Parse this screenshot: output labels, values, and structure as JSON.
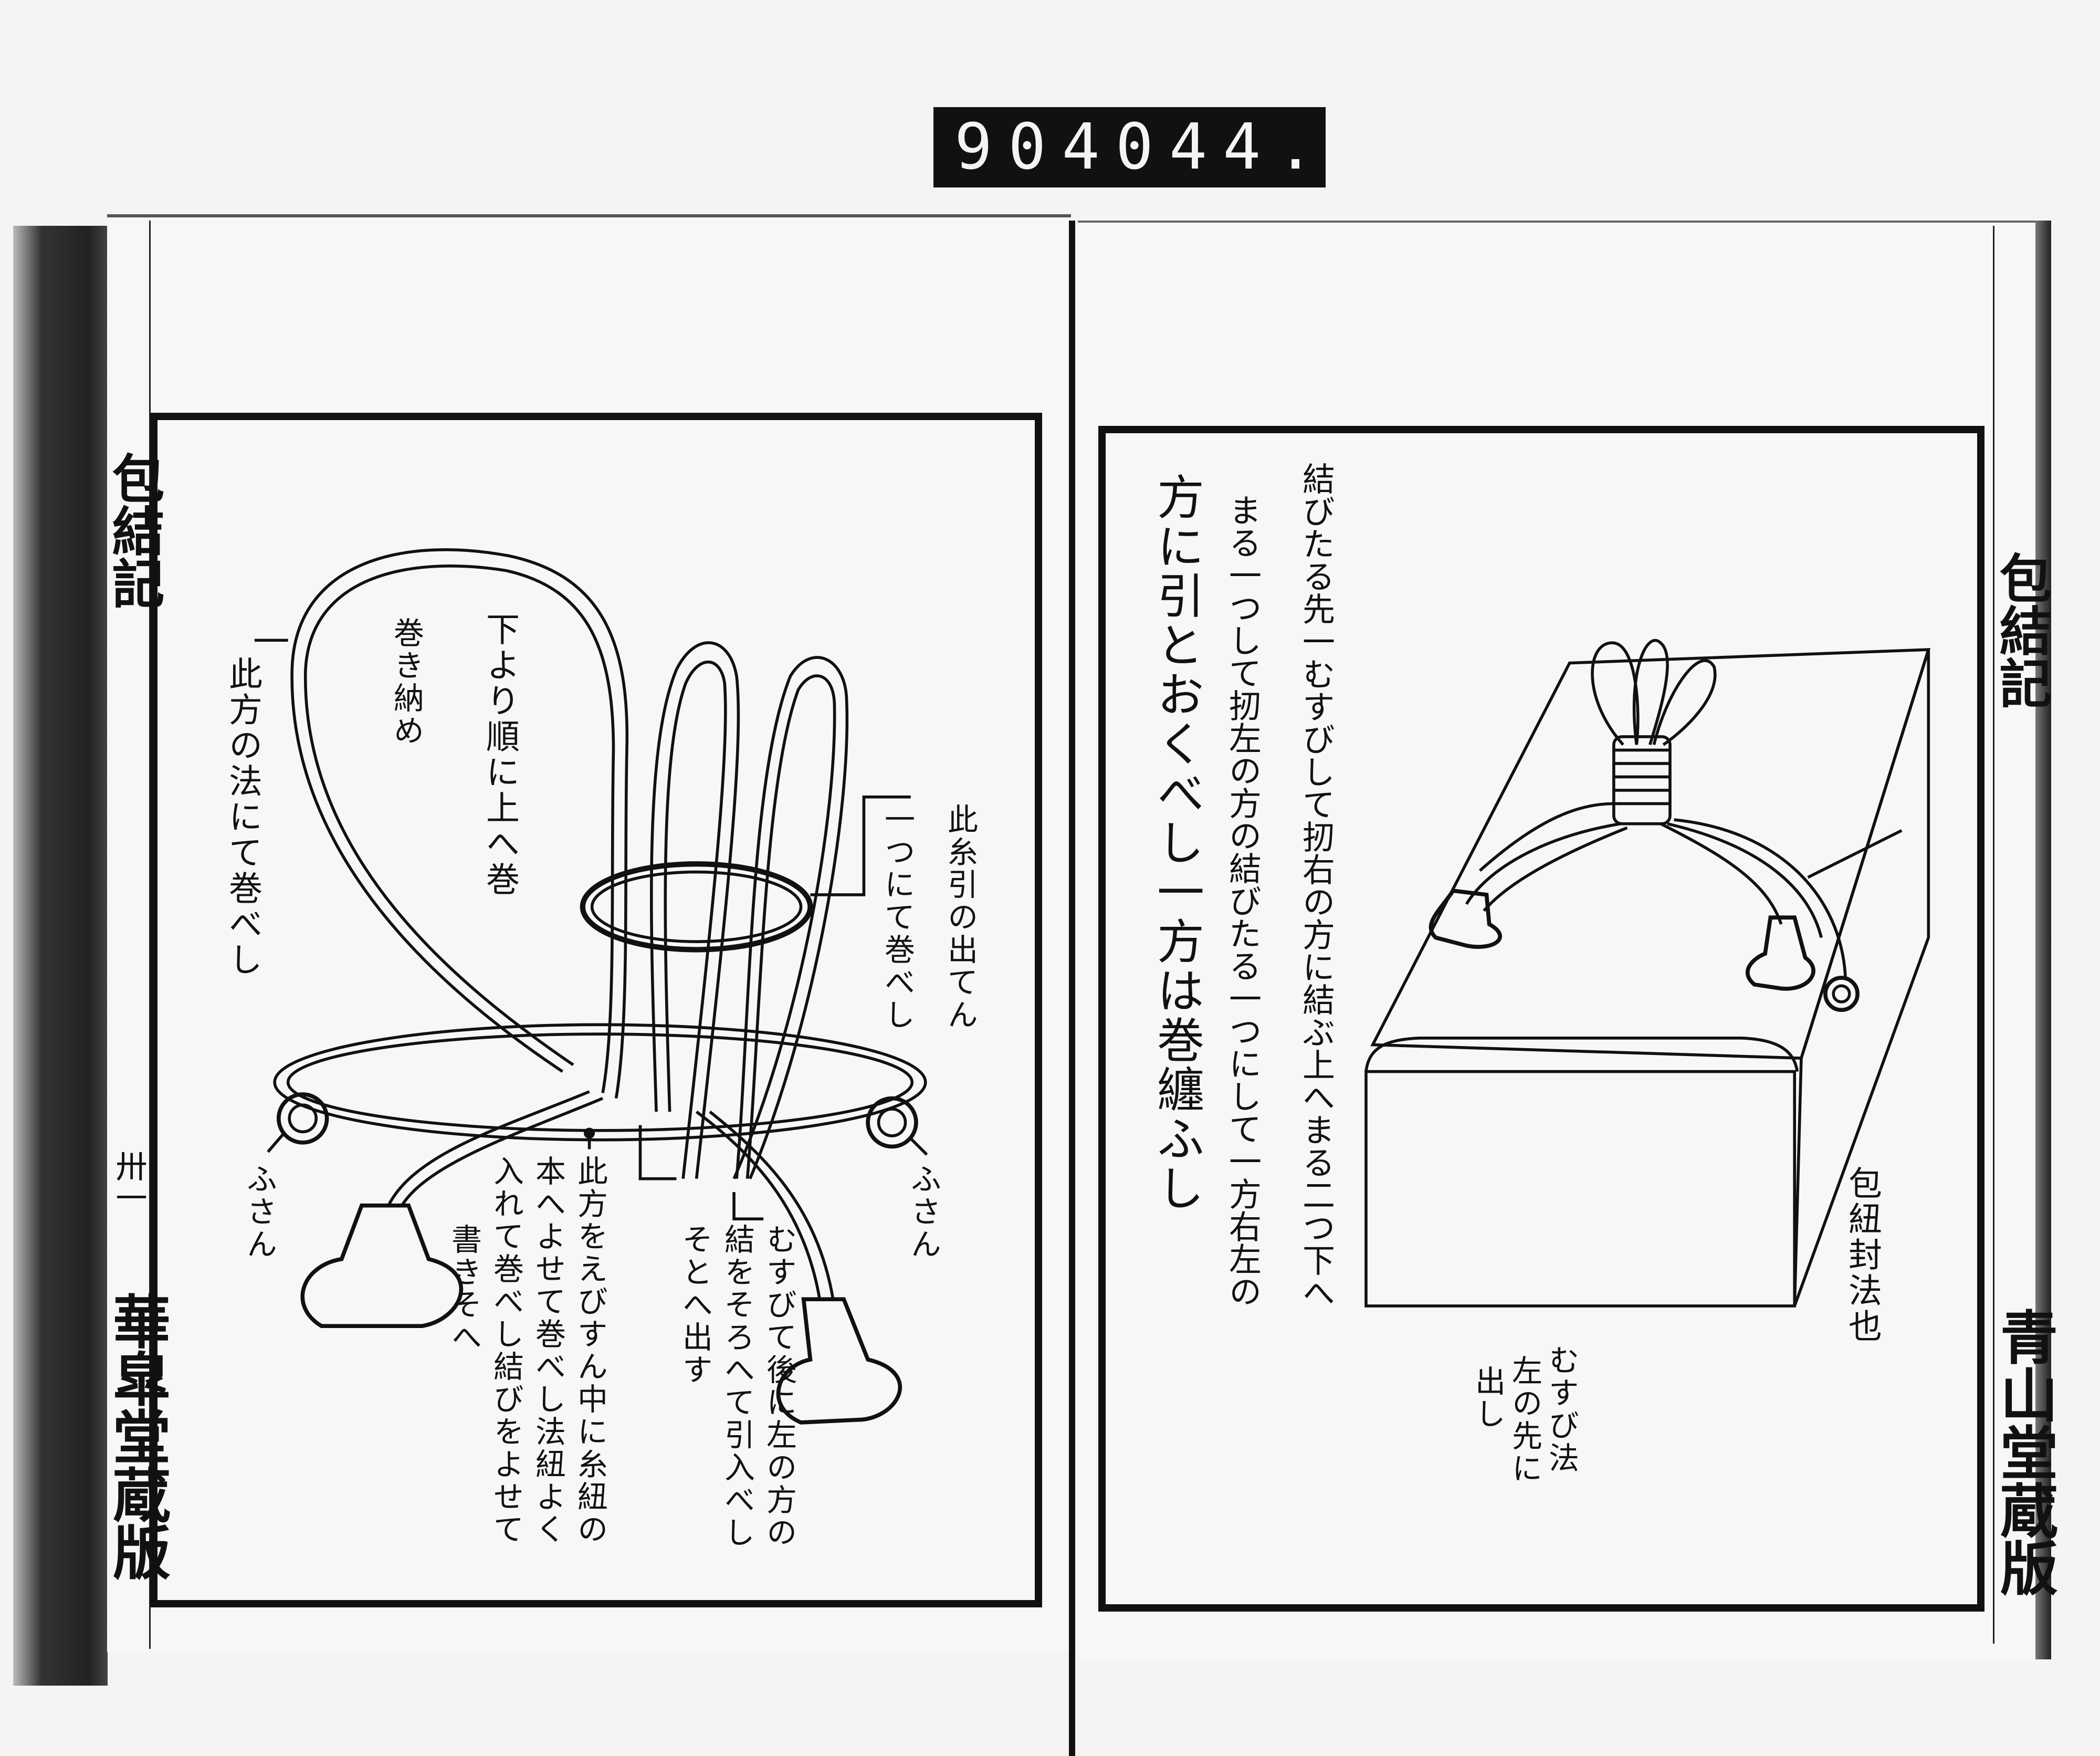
{
  "reel_label": {
    "left": "904",
    "right": "044."
  },
  "left_page": {
    "margin_title": "包結記",
    "margin_folio": "卅一",
    "margin_publisher": "華皐堂蔵版",
    "labels": {
      "wind_from_below": "下より順に上へ巻",
      "wind_finish": "巻き納め",
      "wind_this_way": "此方の法にて巻べし",
      "pull_thread_1": "此糸引の出てん",
      "pull_thread_2": "一つにて巻べし",
      "tassel_left": "ふさん",
      "tassel_right": "ふさん"
    },
    "notes_right": [
      "むすびて後に左の方の",
      "結をそろへて引入べし",
      "そとへ出す"
    ],
    "notes_left": [
      "此方をえびすん中に糸紐の",
      "本へよせて巻べし法紐よく",
      "入れて巻べし結びをよせて",
      "書きそへ"
    ]
  },
  "right_page": {
    "margin_title": "包結記",
    "margin_publisher": "青山堂蔵版",
    "body_columns": [
      "結びたる先一むすびして扨右の方に結ぶ上へまる二つ下へ",
      "まる一つして扨左の方の結びたる一つにして一方右左の",
      "方に引とおくべし一方は巻纏ふし"
    ],
    "caption": "包紐封法也",
    "sub_caption": [
      "むすび法",
      "左の先に",
      "出し"
    ]
  }
}
